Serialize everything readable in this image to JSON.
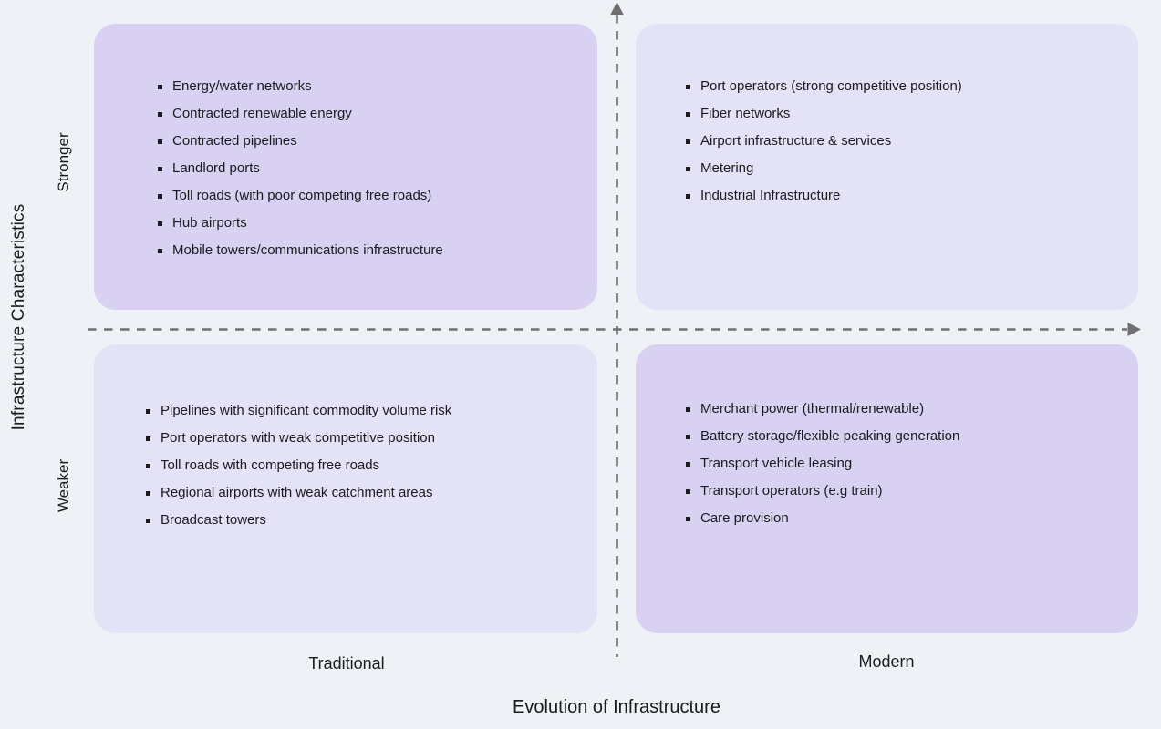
{
  "colors": {
    "background": "#eef1f5",
    "quadrant_accent": "#d8d1f1",
    "quadrant_muted": "#e4e2f6",
    "axis_line": "#6f6f6f",
    "text": "#1b1b1f"
  },
  "y_axis": {
    "title": "Infrastructure Characteristics",
    "top_label": "Stronger",
    "bottom_label": "Weaker"
  },
  "x_axis": {
    "title": "Evolution of Infrastructure",
    "left_label": "Traditional",
    "right_label": "Modern"
  },
  "quadrants": {
    "top_left": {
      "items": [
        "Energy/water networks",
        "Contracted renewable energy",
        "Contracted pipelines",
        "Landlord ports",
        "Toll roads (with poor competing free roads)",
        "Hub airports",
        "Mobile towers/communications infrastructure"
      ]
    },
    "top_right": {
      "items": [
        "Port operators (strong competitive position)",
        "Fiber networks",
        "Airport infrastructure & services",
        "Metering",
        "Industrial Infrastructure"
      ]
    },
    "bottom_left": {
      "items": [
        "Pipelines with significant commodity volume risk",
        "Port operators with weak competitive position",
        "Toll roads with competing free roads",
        "Regional airports with weak catchment areas",
        "Broadcast towers"
      ]
    },
    "bottom_right": {
      "items": [
        "Merchant power (thermal/renewable)",
        "Battery storage/flexible peaking generation",
        "Transport vehicle leasing",
        "Transport operators (e.g train)",
        "Care provision"
      ]
    }
  },
  "chart_data": {
    "type": "table",
    "subtype": "quadrant-matrix",
    "title": "",
    "xlabel": "Evolution of Infrastructure",
    "ylabel": "Infrastructure Characteristics",
    "x_categories": [
      "Traditional",
      "Modern"
    ],
    "y_categories": [
      "Stronger",
      "Weaker"
    ],
    "cells": [
      {
        "x": "Traditional",
        "y": "Stronger",
        "values": [
          "Energy/water networks",
          "Contracted renewable energy",
          "Contracted pipelines",
          "Landlord ports",
          "Toll roads (with poor competing free roads)",
          "Hub airports",
          "Mobile towers/communications infrastructure"
        ]
      },
      {
        "x": "Modern",
        "y": "Stronger",
        "values": [
          "Port operators (strong competitive position)",
          "Fiber networks",
          "Airport infrastructure & services",
          "Metering",
          "Industrial Infrastructure"
        ]
      },
      {
        "x": "Traditional",
        "y": "Weaker",
        "values": [
          "Pipelines with significant commodity volume risk",
          "Port operators with weak competitive position",
          "Toll roads with competing free roads",
          "Regional airports with weak catchment areas",
          "Broadcast towers"
        ]
      },
      {
        "x": "Modern",
        "y": "Weaker",
        "values": [
          "Merchant power (thermal/renewable)",
          "Battery storage/flexible peaking generation",
          "Transport vehicle leasing",
          "Transport operators (e.g train)",
          "Care provision"
        ]
      }
    ],
    "legend_position": "none",
    "grid": "dashed-axes-with-arrows"
  }
}
